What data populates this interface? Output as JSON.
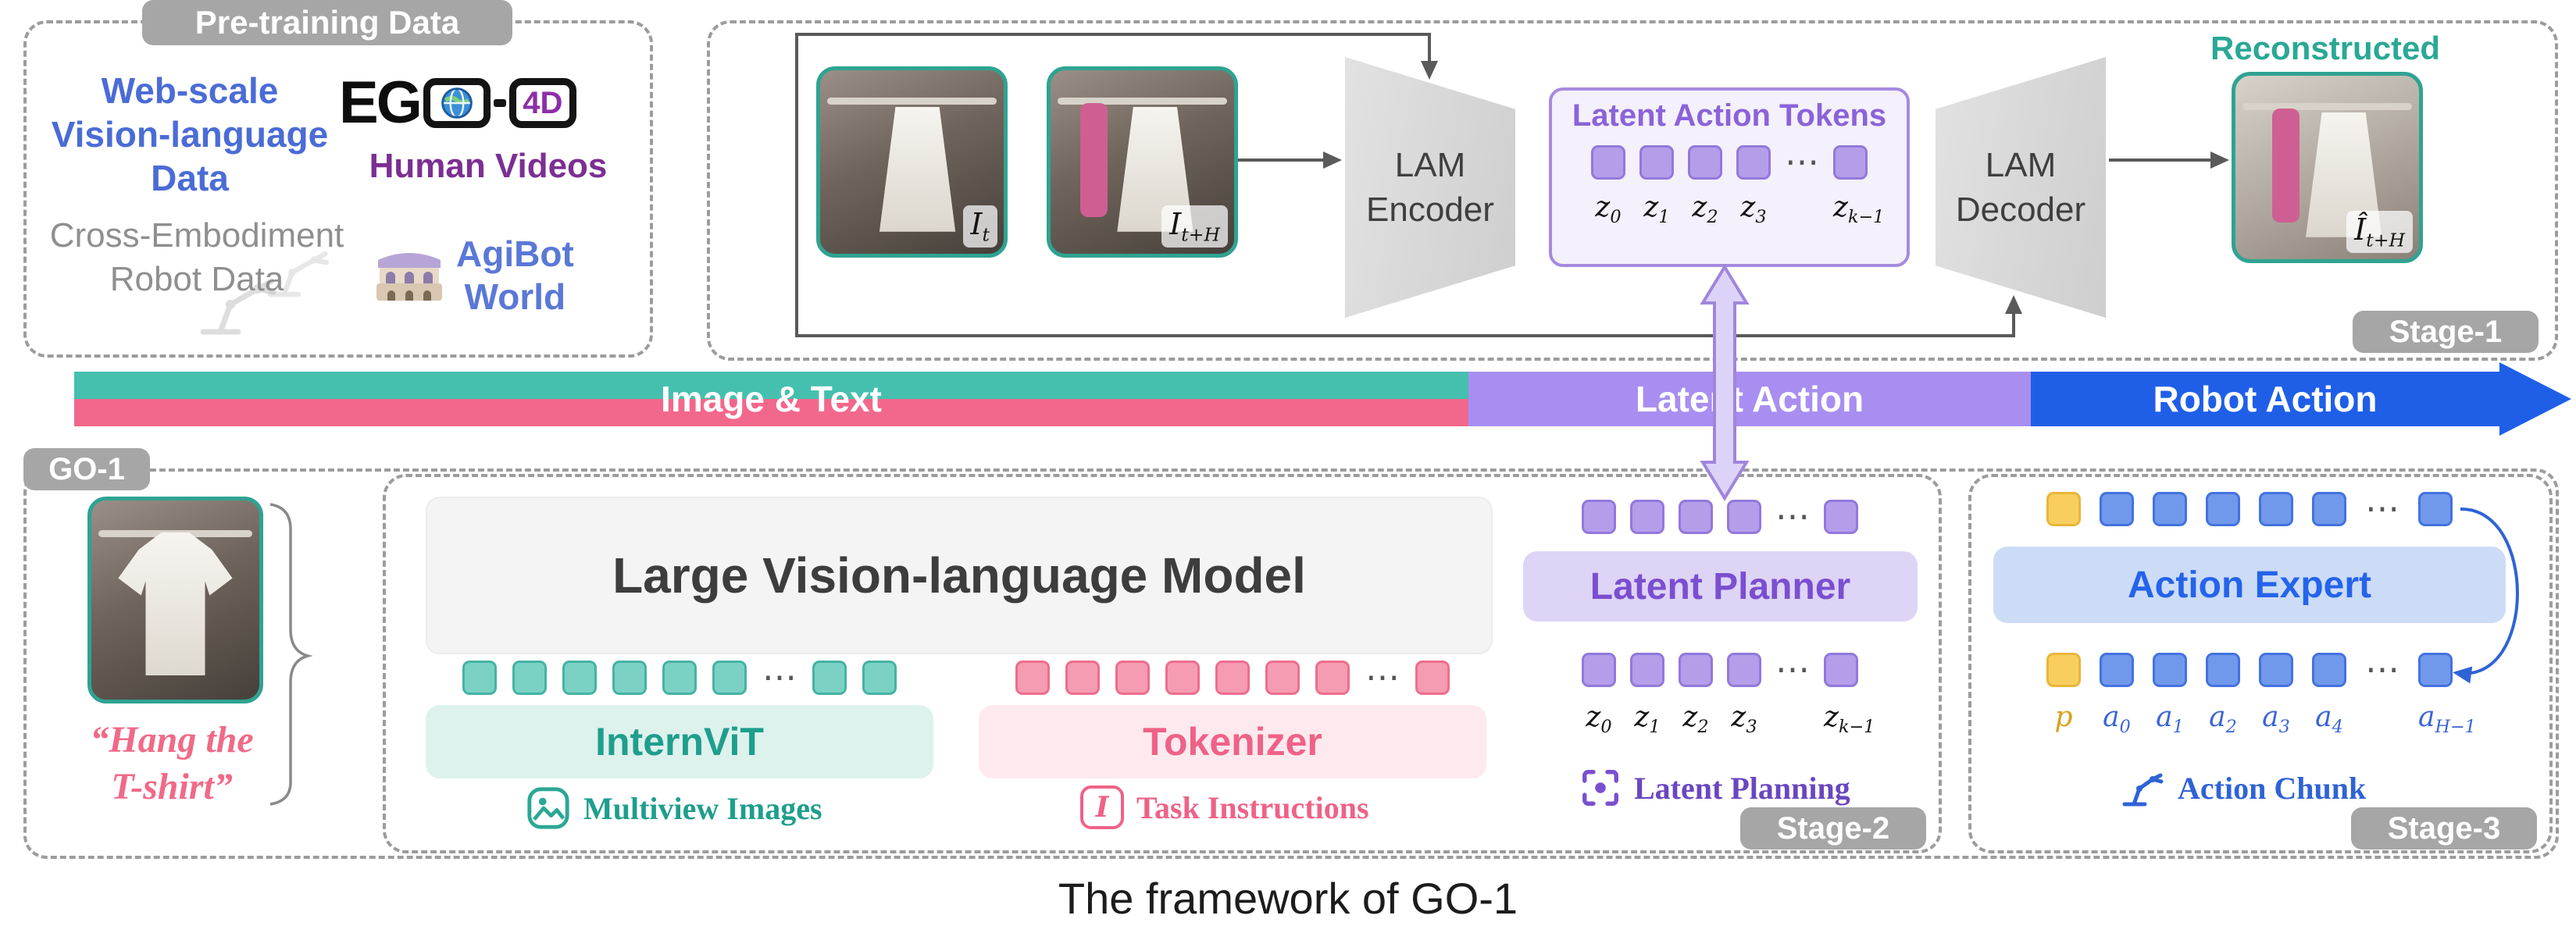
{
  "dots": "⋯",
  "colors": {
    "teal": "#45b3a3",
    "pink": "#ee6d8d",
    "purple": "#9378dc",
    "blue": "#2563eb",
    "yellow": "#eab53a",
    "badge_gray": "#a6a6a6",
    "bar_teal": "#45c0ae",
    "bar_pink": "#f2688c",
    "bar_purple": "#a88ef0",
    "bar_blue": "#1f5fe8"
  },
  "pretraining": {
    "badge": "Pre-training Data",
    "web_line1": "Web-scale",
    "web_line2": "Vision-language",
    "web_line3": "Data",
    "ego_prefix": "EG",
    "ego_4d": "4D",
    "ego_caption": "Human Videos",
    "cross_line1": "Cross-Embodiment",
    "cross_line2": "Robot Data",
    "agibot_line1": "AgiBot",
    "agibot_line2": "World"
  },
  "stage1": {
    "badge": "Stage-1",
    "frame_t": {
      "b": "I",
      "s": "t"
    },
    "frame_th": {
      "b": "I",
      "s": "t+H"
    },
    "encoder_line1": "LAM",
    "encoder_line2": "Encoder",
    "decoder_line1": "LAM",
    "decoder_line2": "Decoder",
    "tokens_title": "Latent Action Tokens",
    "z": [
      {
        "b": "z",
        "s": "0"
      },
      {
        "b": "z",
        "s": "1"
      },
      {
        "b": "z",
        "s": "2"
      },
      {
        "b": "z",
        "s": "3"
      },
      {
        "b": "z",
        "s": "k−1"
      }
    ],
    "reconstructed": "Reconstructed",
    "recon": {
      "b": "Î",
      "s": "t+H"
    }
  },
  "timeline": {
    "image_text": "Image & Text",
    "latent_action": "Latent Action",
    "robot_action": "Robot Action"
  },
  "go1": {
    "badge": "GO-1",
    "instr_line1": "“Hang the",
    "instr_line2": "T-shirt”"
  },
  "stage2": {
    "badge": "Stage-2",
    "lvlm": "Large Vision-language Model",
    "internvit": "InternViT",
    "tokenizer": "Tokenizer",
    "multiview": "Multiview Images",
    "task": "Task Instructions",
    "planner": "Latent Planner",
    "planning": "Latent Planning",
    "z": [
      {
        "b": "z",
        "s": "0"
      },
      {
        "b": "z",
        "s": "1"
      },
      {
        "b": "z",
        "s": "2"
      },
      {
        "b": "z",
        "s": "3"
      },
      {
        "b": "z",
        "s": "k−1"
      }
    ]
  },
  "stage3": {
    "badge": "Stage-3",
    "expert": "Action Expert",
    "p": {
      "b": "p",
      "s": ""
    },
    "a": [
      {
        "b": "a",
        "s": "0"
      },
      {
        "b": "a",
        "s": "1"
      },
      {
        "b": "a",
        "s": "2"
      },
      {
        "b": "a",
        "s": "3"
      },
      {
        "b": "a",
        "s": "4"
      },
      {
        "b": "a",
        "s": "H−1"
      }
    ],
    "chunk": "Action Chunk"
  },
  "icons": {
    "task_glyph": "I"
  },
  "caption": "The framework of GO-1"
}
